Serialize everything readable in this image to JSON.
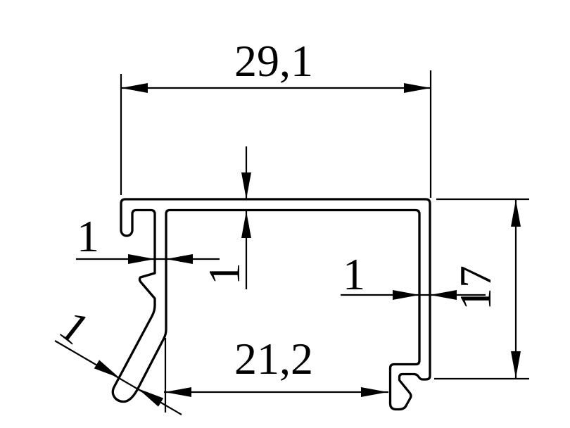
{
  "drawing": {
    "type": "profile-cross-section",
    "dimensions": {
      "overall_width": "29,1",
      "bottom_width": "21,2",
      "height": "17",
      "top_wall_thickness": "1",
      "left_wall_thickness": "1",
      "right_wall_thickness": "1",
      "leg_thickness": "1"
    },
    "colors": {
      "line": "#000000",
      "background": "#ffffff"
    }
  }
}
